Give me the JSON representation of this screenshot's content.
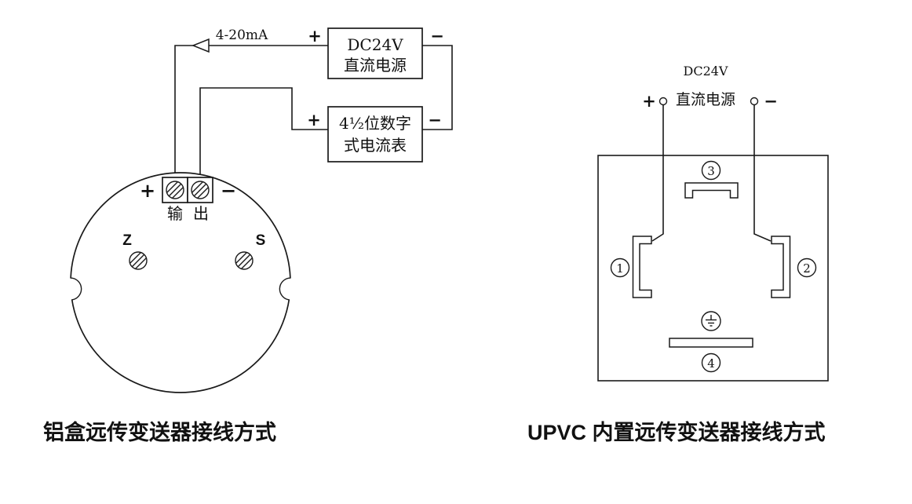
{
  "left_diagram": {
    "caption": "铝盒远传变送器接线方式",
    "current_arrow_label": "4-20mA",
    "power_supply": {
      "plus": "+",
      "minus": "−",
      "name_line1": "DC24V",
      "name_line2": "直流电源"
    },
    "ammeter": {
      "plus": "+",
      "minus": "−",
      "name_line1": "4½位数字",
      "name_line2": "式电流表"
    },
    "output_terminal": {
      "plus": "+",
      "minus": "−",
      "char1": "输",
      "char2": "出"
    },
    "zero_adjust_label": "Z",
    "span_adjust_label": "S"
  },
  "right_diagram": {
    "caption": "UPVC 内置远传变送器接线方式",
    "power_supply": {
      "plus": "+",
      "minus": "−",
      "name_line1": "DC24V",
      "name_line2": "直流电源"
    },
    "terminals": {
      "t1": "1",
      "t2": "2",
      "t3": "3",
      "t4": "4"
    }
  }
}
